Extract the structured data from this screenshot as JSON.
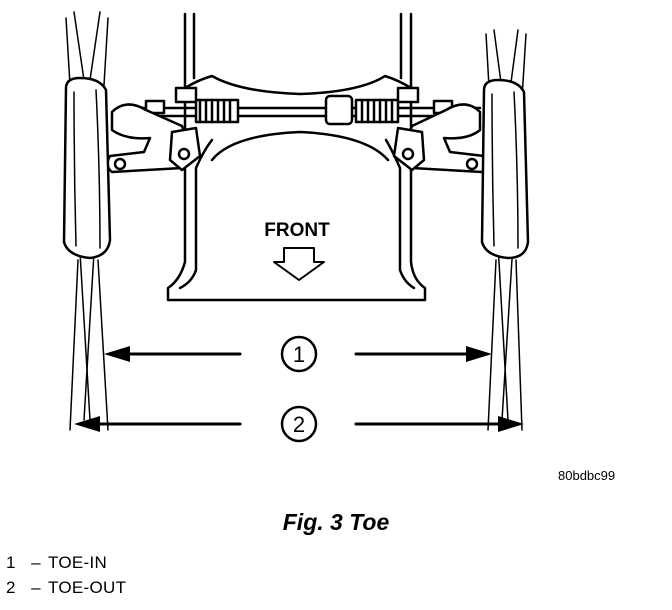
{
  "diagram": {
    "direction_label": "FRONT",
    "callouts": [
      "1",
      "2"
    ],
    "reference_code": "80bdbc99"
  },
  "caption": "Fig. 3 Toe",
  "legend": [
    {
      "number": "1",
      "separator": "–",
      "label": "TOE-IN"
    },
    {
      "number": "2",
      "separator": "–",
      "label": "TOE-OUT"
    }
  ]
}
